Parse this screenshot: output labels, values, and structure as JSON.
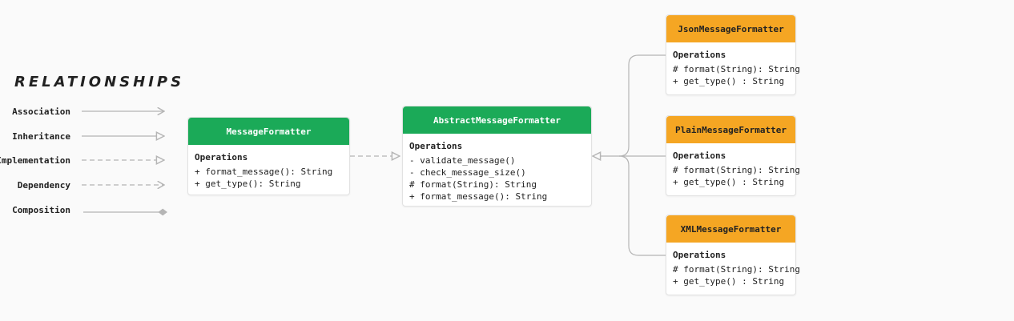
{
  "legend": {
    "title": "RELATIONSHIPS",
    "items": [
      {
        "label": "Association"
      },
      {
        "label": "Inheritance"
      },
      {
        "label": "Implementation"
      },
      {
        "label": "Dependency"
      },
      {
        "label": "Composition"
      }
    ]
  },
  "classes": {
    "message_formatter": {
      "name": "MessageFormatter",
      "ops_title": "Operations",
      "ops": [
        "+ format_message(): String",
        "+ get_type(): String"
      ]
    },
    "abstract_message_formatter": {
      "name": "AbstractMessageFormatter",
      "ops_title": "Operations",
      "ops": [
        "- validate_message()",
        "- check_message_size()",
        "# format(String): String",
        "+ format_message(): String"
      ]
    },
    "json_message_formatter": {
      "name": "JsonMessageFormatter",
      "ops_title": "Operations",
      "ops": [
        "# format(String): String",
        "+ get_type() : String"
      ]
    },
    "plain_message_formatter": {
      "name": "PlainMessageFormatter",
      "ops_title": "Operations",
      "ops": [
        "# format(String): String",
        "+ get_type() : String"
      ]
    },
    "xml_message_formatter": {
      "name": "XMLMessageFormatter",
      "ops_title": "Operations",
      "ops": [
        "# format(String): String",
        "+ get_type() : String"
      ]
    }
  },
  "colors": {
    "class_header_green": "#1baa58",
    "class_header_orange": "#f5a623",
    "connector": "#b5b5b5"
  }
}
